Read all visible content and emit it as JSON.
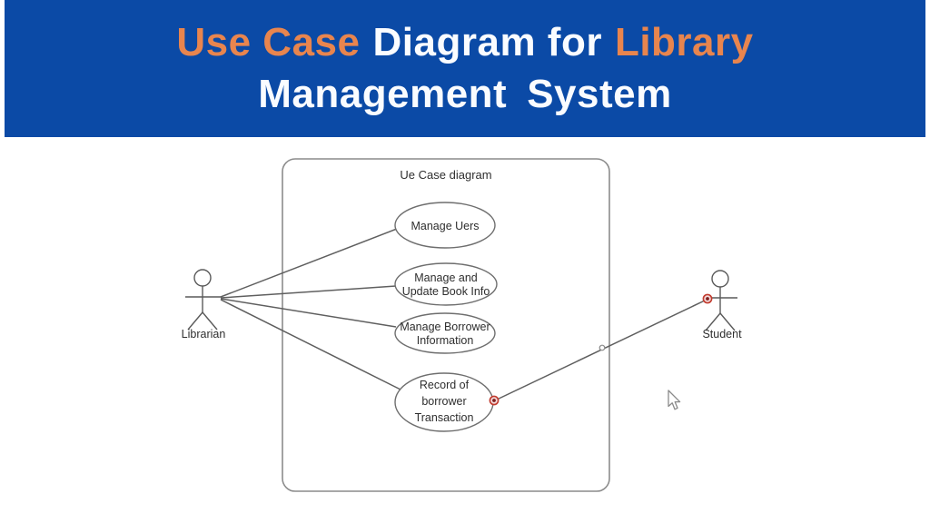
{
  "header": {
    "title_full": "Use Case Diagram for Library Management System",
    "line1": {
      "seg1": "Use Case",
      "seg2": "Diagram for",
      "seg3": "Library"
    },
    "line2": {
      "seg1": "Management",
      "seg2": "System"
    },
    "colors": {
      "banner_background": "#0b4aa6",
      "accent_orange": "#e8854e",
      "text_white": "#fafcff"
    }
  },
  "diagram": {
    "frame_title": "Ue Case diagram",
    "actors": {
      "left": {
        "name": "Librarian"
      },
      "right": {
        "name": "Student"
      }
    },
    "use_cases": [
      {
        "id": "manage-users",
        "lines": [
          "Manage Uers"
        ]
      },
      {
        "id": "manage-update-book-info",
        "lines": [
          "Manage and",
          "Update Book Info"
        ]
      },
      {
        "id": "manage-borrower-information",
        "lines": [
          "Manage Borrower",
          "Information"
        ]
      },
      {
        "id": "record-borrower-transaction",
        "lines": [
          "Record of",
          "borrower",
          "Transaction"
        ]
      }
    ],
    "colors": {
      "line_stroke": "#5f5f5f",
      "endpoint_marker": "#c23b2e"
    }
  }
}
